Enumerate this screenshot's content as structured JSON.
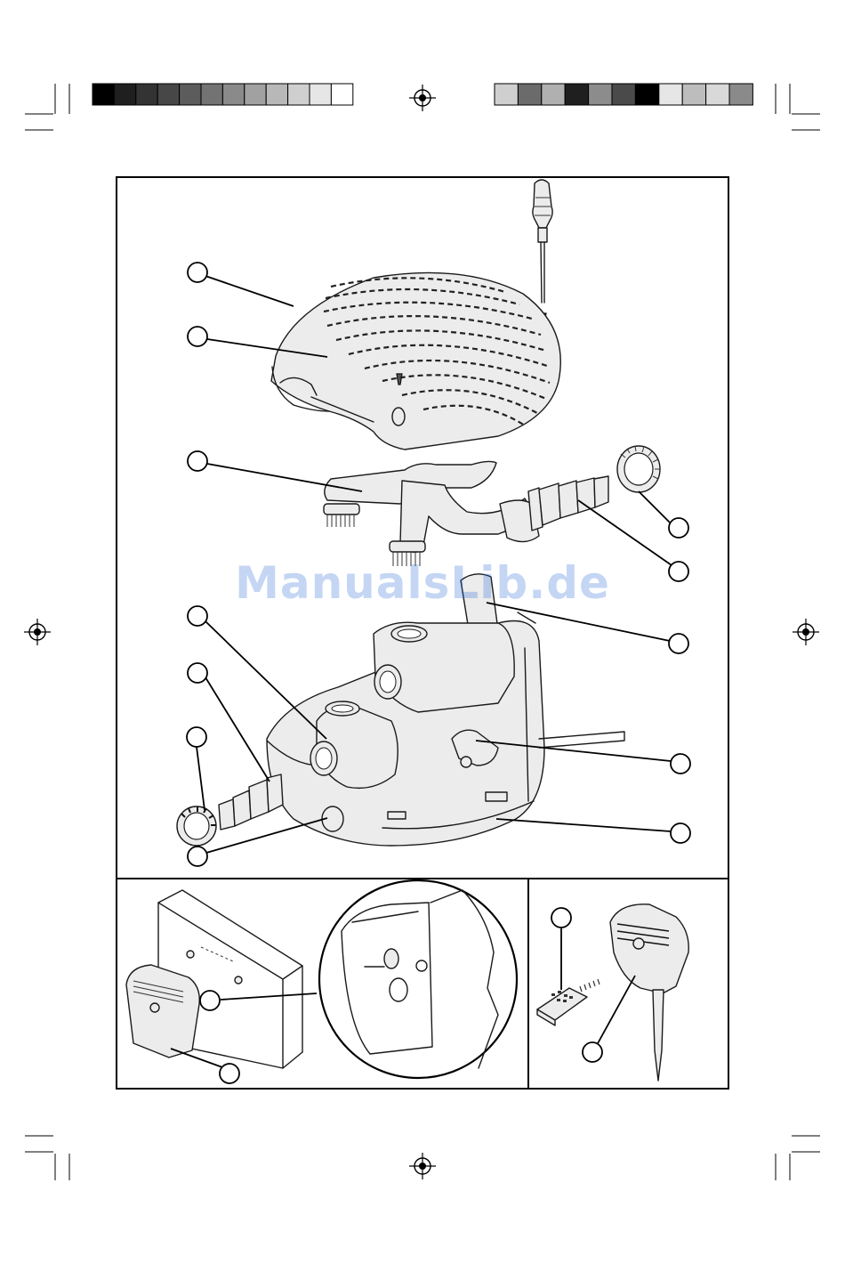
{
  "watermark": {
    "text": "ManualsLib.de",
    "color": "#2f6fd6"
  },
  "color_bars": {
    "left": [
      "#000000",
      "#1f1f1f",
      "#333333",
      "#474747",
      "#5c5c5c",
      "#737373",
      "#8a8a8a",
      "#a1a1a1",
      "#b8b8b8",
      "#cfcfcf",
      "#e6e6e6",
      "#ffffff"
    ],
    "right": [
      "#cfcfcf",
      "#6b6b6b",
      "#b0b0b0",
      "#1f1f1f",
      "#8c8c8c",
      "#4a4a4a",
      "#000000",
      "#e6e6e6",
      "#bdbdbd",
      "#d9d9d9",
      "#8a8a8a"
    ]
  },
  "icons": {
    "registration_mark": "registration-target-icon",
    "crop_mark": "crop-mark-icon"
  },
  "diagram": {
    "panels": [
      "exploded-pump-view",
      "wall-mount-detail",
      "remote-control-detail"
    ],
    "callouts_count": 17
  }
}
